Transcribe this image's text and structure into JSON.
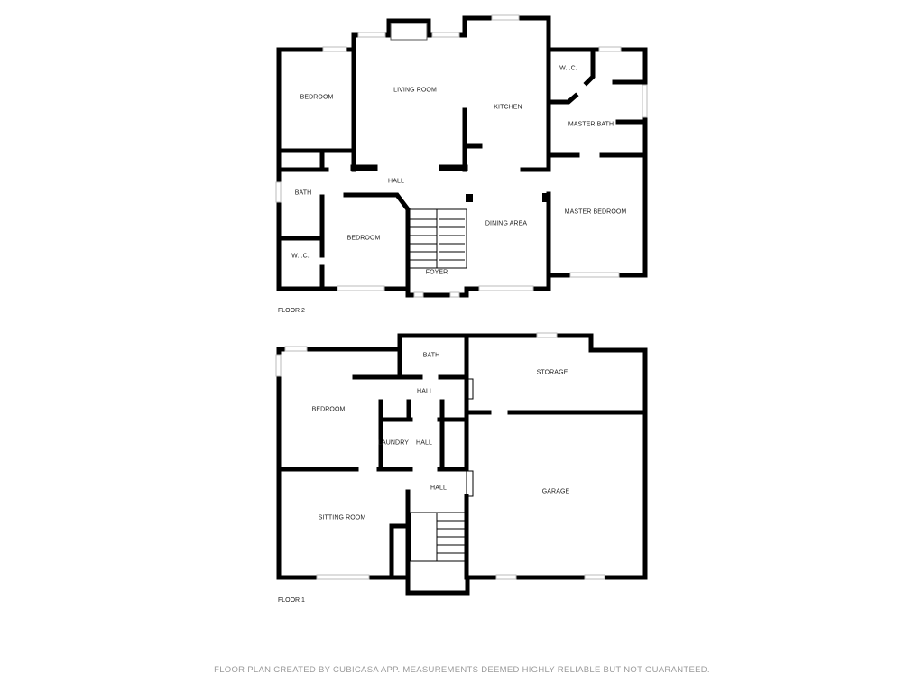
{
  "floor2": {
    "title": "FLOOR 2",
    "rooms": [
      "BEDROOM",
      "LIVING ROOM",
      "KITCHEN",
      "W.I.C.",
      "MASTER BATH",
      "HALL",
      "BATH",
      "DINING AREA",
      "MASTER BEDROOM",
      "BEDROOM",
      "W.I.C.",
      "FOYER"
    ]
  },
  "floor1": {
    "title": "FLOOR 1",
    "rooms": [
      "BATH",
      "STORAGE",
      "HALL",
      "BEDROOM",
      "LAUNDRY",
      "HALL",
      "HALL",
      "GARAGE",
      "SITTING ROOM"
    ]
  },
  "footer": "FLOOR PLAN CREATED BY CUBICASA APP. MEASUREMENTS DEEMED HIGHLY RELIABLE BUT NOT GUARANTEED."
}
